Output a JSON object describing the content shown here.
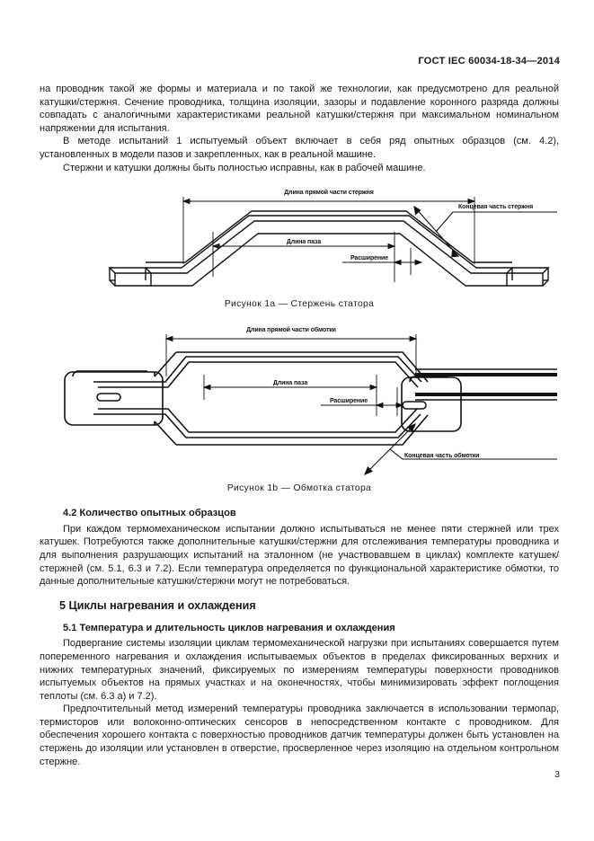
{
  "header": {
    "standard_title": "ГОСТ IEC 60034-18-34—2014"
  },
  "page_number": "3",
  "body": {
    "para1": "на проводник такой же формы и материала и по такой же технологии, как предусмотрено для реальной катушки/стержня. Сечение проводника, толщина изоляции, зазоры и подавление коронного разряда должны совпадать с аналогичными характеристиками реальной катушки/стержня при максимальном номинальном напряжении для испытания.",
    "para2": "В методе испытаний 1 испытуемый объект включает в себя ряд опытных образцов (см. 4.2), установленных в модели пазов и закрепленных, как в реальной машине.",
    "para3": "Стержни и катушки должны быть полностью исправны, как в рабочей машине."
  },
  "figure_1a": {
    "caption": "Рисунок  1a — Стержень статора",
    "labels": {
      "straight_length": "Длина прямой части стержня",
      "slot_length": "Длина паза",
      "expansion": "Расширение",
      "end_part": "Концевая часть стержня"
    }
  },
  "figure_1b": {
    "caption": "Рисунок  1b — Обмотка статора",
    "labels": {
      "straight_length": "Длина прямой части обмотки",
      "slot_length": "Длина паза",
      "expansion": "Расширение",
      "end_part": "Концевая часть обмотки"
    }
  },
  "section_4_2": {
    "heading": "4.2  Количество опытных образцов",
    "para1": "При каждом термомеханическом испытании должно испытываться не менее пяти стержней или трех катушек. Потребуются также дополнительные катушки/стержни для отслеживания температуры проводника и для выполнения разрушающих испытаний на эталонном (не участвовавшем в циклах) комплекте катушек/стержней (см. 5.1, 6.3 и 7.2). Если температура определяется по функциональной характеристике обмотки, то данные дополнительные катушки/стержни могут не потребоваться."
  },
  "section_5": {
    "heading": "5  Циклы нагревания и охлаждения"
  },
  "section_5_1": {
    "heading": "5.1  Температура и длительность циклов нагревания и охлаждения",
    "para1": "Подвергание системы изоляции циклам термомеханической нагрузки при испытаниях совершается путем попеременного нагревания и охлаждения испытываемых объектов в пределах фиксированных верхних и нижних температурных значений, фиксируемых по измерениям температуры поверхности проводников испытуемых объектов на прямых участках и на оконечностях, чтобы минимизировать эффект поглощения теплоты (см. 6.3 a) и 7.2).",
    "para2": "Предпочтительный метод измерений температуры проводника заключается в использовании термопар, термисторов или волоконно-оптических сенсоров в непосредственном контакте с проводником. Для обеспечения хорошего контакта с поверхностью проводников датчик температуры должен быть установлен на стержень до изоляции или установлен в отверстие, просверленное через изоляцию на отдельном контрольном стержне."
  }
}
